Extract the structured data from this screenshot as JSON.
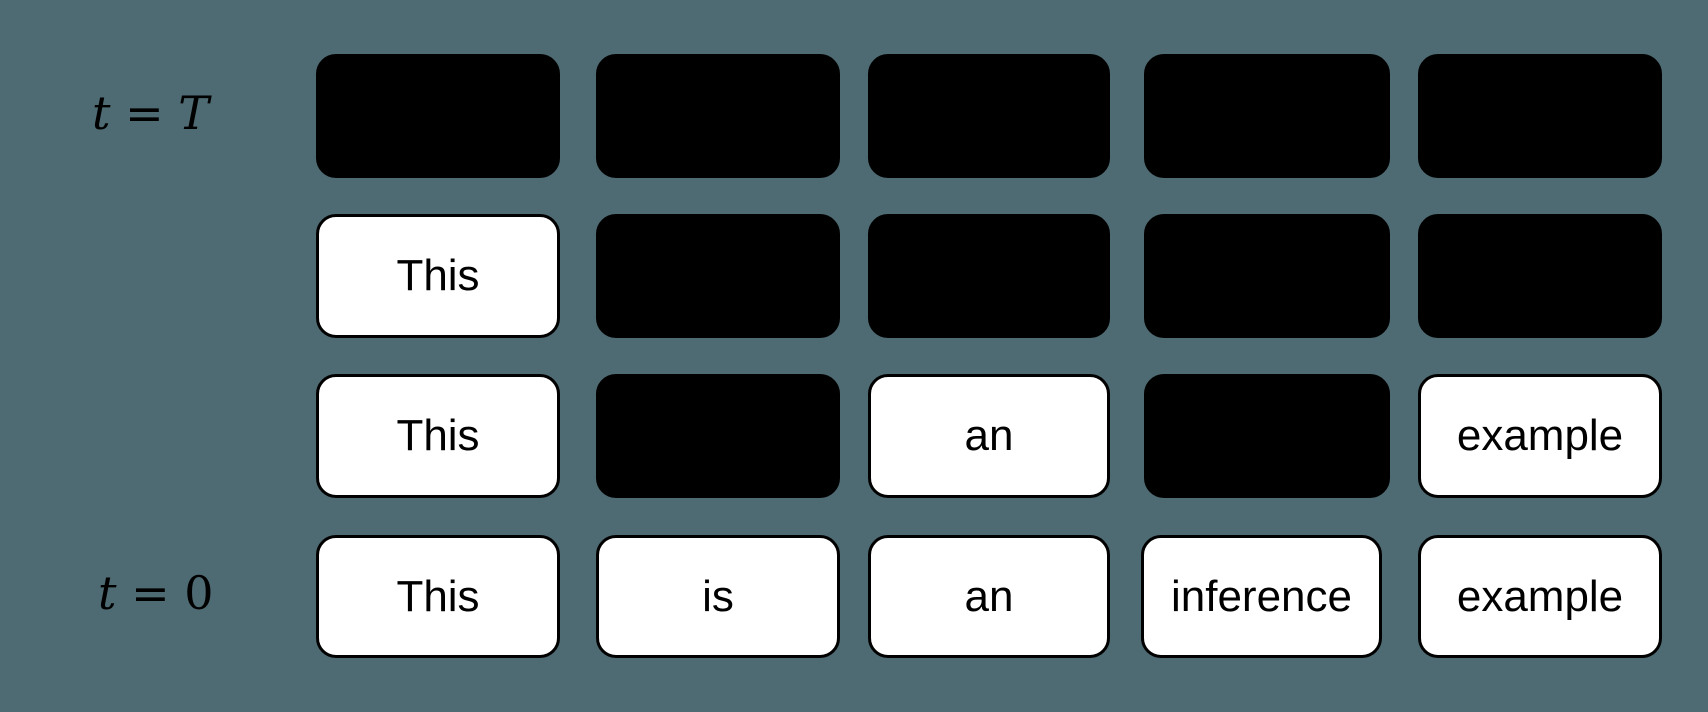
{
  "labels": {
    "top": {
      "var": "t",
      "eq": "=",
      "val": "T"
    },
    "bottom": {
      "var": "t",
      "eq": "=",
      "val": "0"
    }
  },
  "colors": {
    "background": "#4e6a73",
    "mask": "#000000",
    "token_bg": "#ffffff"
  },
  "rows": [
    {
      "step": "t=T",
      "tokens": [
        "",
        "",
        "",
        "",
        ""
      ],
      "masked": [
        true,
        true,
        true,
        true,
        true
      ]
    },
    {
      "step": "",
      "tokens": [
        "This",
        "",
        "",
        "",
        ""
      ],
      "masked": [
        false,
        true,
        true,
        true,
        true
      ]
    },
    {
      "step": "",
      "tokens": [
        "This",
        "",
        "an",
        "",
        "example"
      ],
      "masked": [
        false,
        true,
        false,
        true,
        false
      ]
    },
    {
      "step": "t=0",
      "tokens": [
        "This",
        "is",
        "an",
        "inference",
        "example"
      ],
      "masked": [
        false,
        false,
        false,
        false,
        false
      ]
    }
  ]
}
